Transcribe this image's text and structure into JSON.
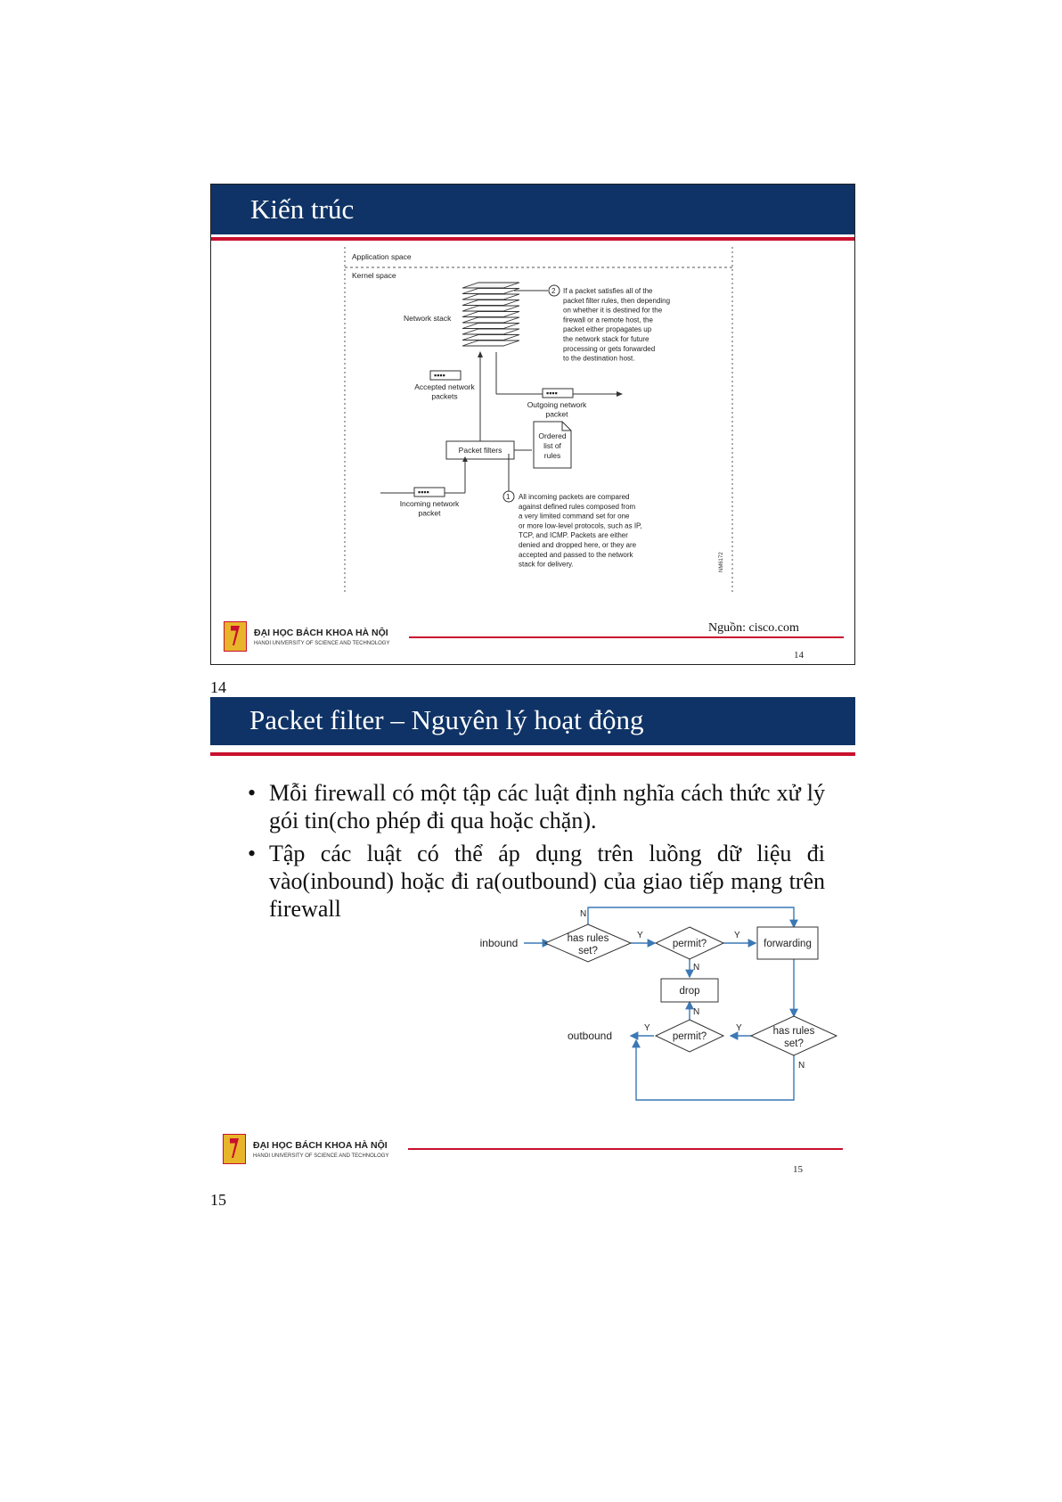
{
  "slide1": {
    "title": "Kiến trúc",
    "page_number": "14",
    "slide_number": "14",
    "source": "Nguồn: cisco.com",
    "footer": {
      "name": "ĐẠI HỌC BÁCH KHOA HÀ NỘI",
      "sub": "HANOI UNIVERSITY OF SCIENCE AND TECHNOLOGY"
    },
    "diagram": {
      "application_space": "Application space",
      "kernel_space": "Kernel space",
      "network_stack": "Network stack",
      "step2_num": "2",
      "step2_lines": [
        "If a packet satisfies all of the",
        "packet filter rules, then depending",
        "on whether it is destined for the",
        "firewall or a remote host, the",
        "packet either propagates up",
        "the network stack for future",
        "processing or gets forwarded",
        "to the destination host."
      ],
      "accepted_lines": [
        "Accepted network",
        "packets"
      ],
      "outgoing_lines": [
        "Outgoing network",
        "packet"
      ],
      "packet_filters": "Packet filters",
      "ordered_lines": [
        "Ordered",
        "list of",
        "rules"
      ],
      "incoming_lines": [
        "Incoming network",
        "packet"
      ],
      "step1_num": "1",
      "step1_lines": [
        "All incoming packets are compared",
        "against defined rules composed from",
        "a very limited command set for one",
        "or more low-level protocols, such as IP,",
        "TCP, and ICMP. Packets are either",
        "denied and dropped here, or they are",
        "accepted and passed to the network",
        "stack for delivery."
      ],
      "figure_id": "NM6172"
    }
  },
  "slide2": {
    "title": "Packet filter – Nguyên lý hoạt động",
    "page_number": "15",
    "slide_number": "15",
    "footer": {
      "name": "ĐẠI HỌC BÁCH KHOA HÀ NỘI",
      "sub": "HANOI UNIVERSITY OF SCIENCE AND TECHNOLOGY"
    },
    "bullets": [
      "Mỗi firewall có một tập các luật định nghĩa cách thức xử lý gói tin(cho phép đi qua hoặc chặn).",
      "Tập các luật có thể áp dụng trên luồng dữ liệu đi vào(inbound) hoặc đi ra(outbound) của giao tiếp mạng trên firewall"
    ],
    "bullet_marker": "•",
    "flow": {
      "inbound": "inbound",
      "outbound": "outbound",
      "has_rules_1": [
        "has rules",
        "set?"
      ],
      "has_rules_2": [
        "has rules",
        "set?"
      ],
      "permit_1": "permit?",
      "permit_2": "permit?",
      "forwarding": "forwarding",
      "drop": "drop",
      "yes": "Y",
      "no": "N"
    }
  }
}
